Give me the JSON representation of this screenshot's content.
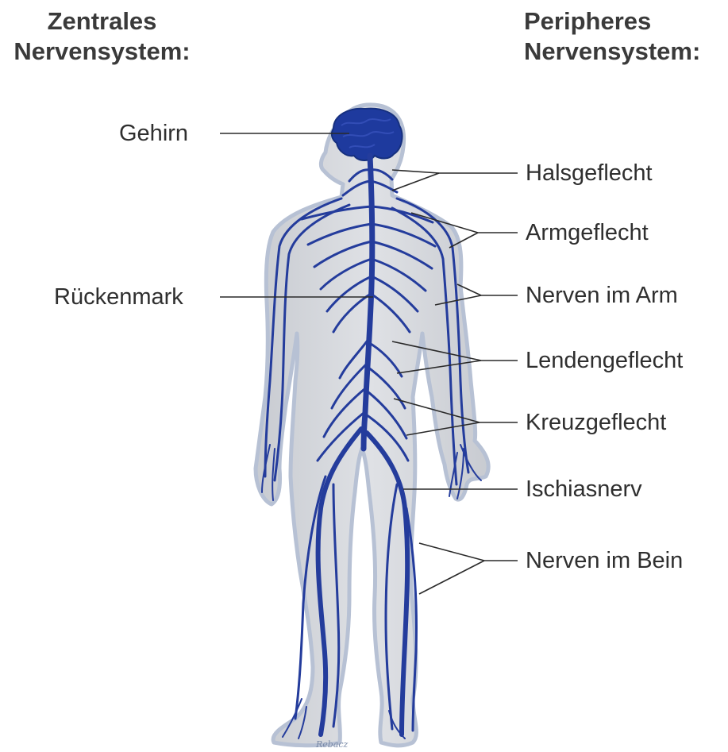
{
  "headings": {
    "central": [
      "Zentrales",
      "Nervensystem:"
    ],
    "peripheral": [
      "Peripheres",
      "Nervensystem:"
    ]
  },
  "labels": {
    "central": {
      "brain": "Gehirn",
      "spinal_cord": "Rückenmark"
    },
    "peripheral": {
      "cervical_plexus": "Halsgeflecht",
      "brachial_plexus": "Armgeflecht",
      "arm_nerves": "Nerven im Arm",
      "lumbar_plexus": "Lendengeflecht",
      "sacral_plexus": "Kreuzgeflecht",
      "sciatic_nerve": "Ischiasnerv",
      "leg_nerves": "Nerven im Bein"
    }
  },
  "signature": "Rebacz",
  "colors": {
    "body_fill": "#d9dbdf",
    "body_outline": "#b9c3d6",
    "nerve": "#243c9c",
    "brain": "#1e3a9e",
    "leader_line": "#2a2a2a"
  }
}
